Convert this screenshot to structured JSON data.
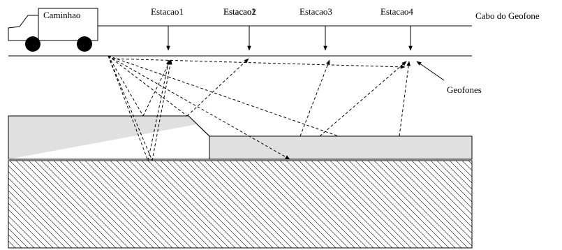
{
  "labels": {
    "truck": "Caminhao",
    "cable": "Cabo do Geofone",
    "geophones": "Geofones"
  },
  "stations": [
    {
      "label": "Estacao1"
    },
    {
      "label": "Estacao2",
      "overlay": "Estacao1"
    },
    {
      "label": "Estacao3"
    },
    {
      "label": "Estacao4"
    }
  ],
  "colors": {
    "line": "#000000",
    "layer_fill": "#e0e0e0",
    "background": "#ffffff"
  }
}
